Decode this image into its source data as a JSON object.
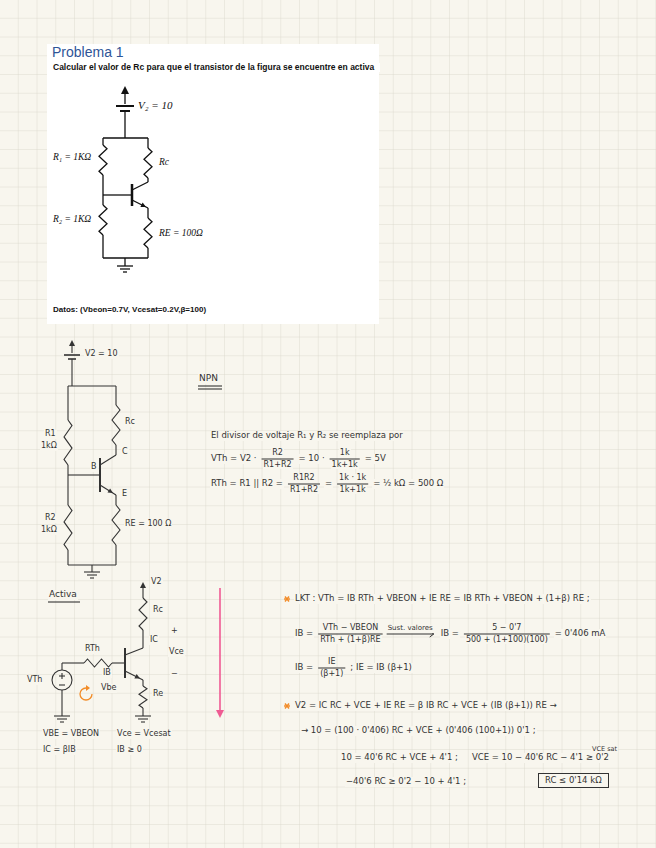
{
  "diagram": {
    "title": "Problema 1",
    "nodes": [
      {
        "text": [
          "RC ≤ 0'14 kΩ"
        ]
      }
    ],
    "labels": [
      "Calcular el valor de Rc para que el transistor de la figura se encuentre en activa",
      "V₂ = 10",
      "R₁ = 1KΩ",
      "Rc",
      "R₂ = 1KΩ",
      "RE = 100Ω",
      "Datos: (Vbeon=0.7V, Vcesat=0.2V,β=100)",
      "V2 = 10",
      "NPN",
      "R1",
      "1kΩ",
      "Rc",
      "B",
      "C",
      "E",
      "R2",
      "1kΩ",
      "RE = 100 Ω",
      "El divisor de voltaje R₁ y R₂ se reemplaza por",
      "VTh = V2 ·",
      "R2",
      "R1+R2",
      "= 10 ·",
      "1k",
      "1k+1k",
      "= 5V",
      "RTh = R1 || R2 =",
      "R1R2",
      "R1+R2",
      "=",
      "1k · 1k",
      "1k+1k",
      "= ½ kΩ = 500 Ω",
      "Activa",
      "V2",
      "Rc",
      "RTh",
      "IB",
      "IC",
      "Vce",
      "+",
      "−",
      "VTh",
      "Vbe",
      "Re",
      "VBE = VBEON",
      "Vce = Vcesat",
      "IC = βIB",
      "IB ≥ 0",
      "LKT : VTh = IB RTh + VBEON + IE RE = IB RTh + VBEON + (1+β) RE ;",
      "IB =",
      "VTh − VBEON",
      "RTh + (1+β)RE",
      "Sust. valores",
      "IB =",
      "5 − 0'7",
      "500 + (1+100)(100)",
      "= 0'406 mA",
      "IB =",
      "IE",
      "(β+1)",
      "; IE = IB (β+1)",
      "V2 = IC RC + VCE + IE RE = β IB RC + VCE + (IB (β+1)) RE →",
      "→ 10 = (100 · 0'406) RC + VCE + (0'406 (100+1)) 0'1 ;",
      "10 = 40'6 RC + VCE + 4'1 ;",
      "VCE = 10 − 40'6 RC − 4'1 ≥ 0'2",
      "VCE sat",
      "−40'6 RC ≥ 0'2 − 10 + 4'1 ;"
    ]
  }
}
